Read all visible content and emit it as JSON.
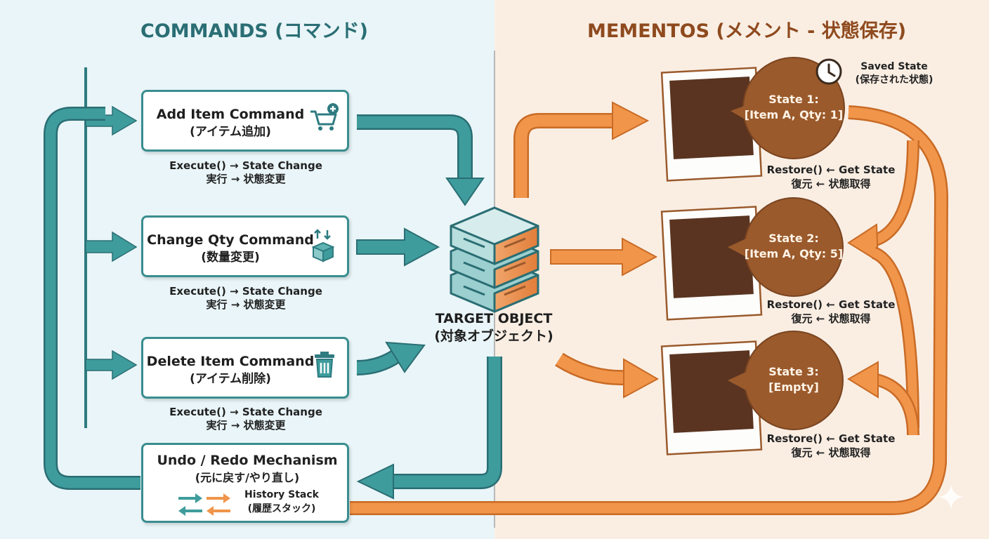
{
  "titles": {
    "commands": "COMMANDS (コマンド)",
    "mementos": "MEMENTOS (メメント - 状態保存)"
  },
  "commands": [
    {
      "label": "Add Item Command",
      "sub": "(アイテム追加)",
      "icon": "cart-plus-icon",
      "note1": "Execute() → State Change",
      "note2": "実行 → 状態変更"
    },
    {
      "label": "Change Qty Command",
      "sub": "(数量変更)",
      "icon": "box-swap-icon",
      "note1": "Execute() → State Change",
      "note2": "実行 → 状態変更"
    },
    {
      "label": "Delete Item Command",
      "sub": "(アイテム削除)",
      "icon": "trash-icon",
      "note1": "Execute() → State Change",
      "note2": "実行 → 状態変更"
    }
  ],
  "undo": {
    "title": "Undo / Redo Mechanism",
    "sub": "(元に戻す/やり直し)",
    "history": "History Stack",
    "history_jp": "(履歴スタック)"
  },
  "target": {
    "label": "TARGET OBJECT",
    "sub": "(対象オブジェクト)"
  },
  "saved_state": {
    "label": "Saved State",
    "sub": "(保存された状態)",
    "icon": "clock-icon"
  },
  "mementos": [
    {
      "line1": "State 1:",
      "line2": "[Item A, Qty: 1]",
      "restore1": "Restore() ← Get State",
      "restore2": "復元 ← 状態取得"
    },
    {
      "line1": "State 2:",
      "line2": "[Item A, Qty: 5]",
      "restore1": "Restore() ← Get State",
      "restore2": "復元 ← 状態取得"
    },
    {
      "line1": "State 3:",
      "line2": "[Empty]",
      "restore1": "Restore() ← Get State",
      "restore2": "復元 ← 状態取得"
    }
  ],
  "colors": {
    "teal": "#3f9c9c",
    "teal_dark": "#2a6e74",
    "orange": "#f0954a",
    "brown": "#9a5a2c",
    "left_bg": "#e9f5f8",
    "right_bg": "#faeee3"
  }
}
